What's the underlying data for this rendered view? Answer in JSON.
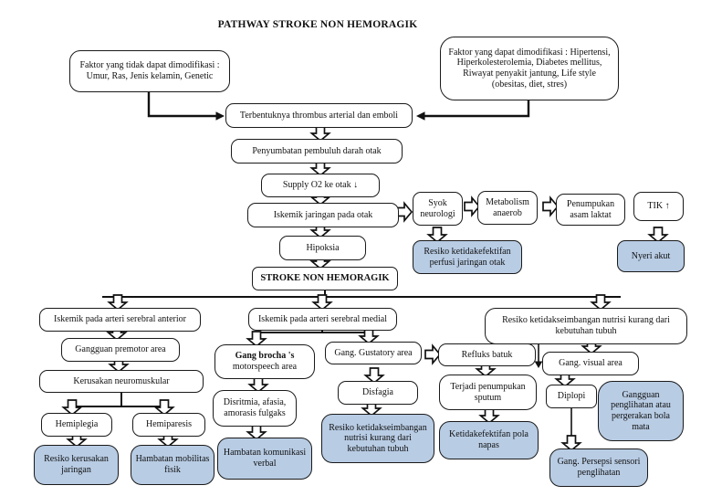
{
  "title": "PATHWAY STROKE NON HEMORAGIK",
  "colors": {
    "background": "#ffffff",
    "box_border": "#1a1a1a",
    "risk_box_fill": "#b8cce4",
    "normal_box_fill": "#ffffff",
    "connector": "#111111"
  },
  "nodes": {
    "factor_left": {
      "label": "Faktor yang tidak dapat dimodifikasi : Umur, Ras, Jenis kelamin, Genetic"
    },
    "factor_right": {
      "label": "Faktor yang dapat dimodifikasi : Hipertensi, Hiperkolesterolemia, Diabetes mellitus, Riwayat penyakit jantung, Life style (obesitas, diet, stres)"
    },
    "thrombus": {
      "label": "Terbentuknya thrombus arterial dan emboli"
    },
    "penyumbatan": {
      "label": "Penyumbatan pembuluh darah otak"
    },
    "supply": {
      "label": "Supply O2 ke otak ↓"
    },
    "iskemik_otak": {
      "label": "Iskemik jaringan pada otak"
    },
    "syok": {
      "label": "Syok neurologi"
    },
    "metabolism": {
      "label": "Metabolism anaerob"
    },
    "laktat": {
      "label": "Penumpukan asam laktat"
    },
    "tik": {
      "label": "TIK ↑"
    },
    "perfusi": {
      "label": "Resiko ketidakefektifan perfusi jaringan otak"
    },
    "nyeri": {
      "label": "Nyeri akut"
    },
    "hipoksia": {
      "label": "Hipoksia"
    },
    "stroke": {
      "label": "STROKE NON HEMORAGIK"
    },
    "anterior": {
      "label": "Iskemik pada arteri serebral anterior"
    },
    "premotor": {
      "label": "Gangguan premotor area"
    },
    "neuromuskular": {
      "label": "Kerusakan neuromuskular"
    },
    "hemiplegia": {
      "label": "Hemiplegia"
    },
    "hemiparesis": {
      "label": "Hemiparesis"
    },
    "resiko_jaringan": {
      "label": "Resiko kerusakan jaringan"
    },
    "mobilitas": {
      "label": "Hambatan mobilitas fisik"
    },
    "medial": {
      "label": "Iskemik pada arteri serebral medial"
    },
    "brocha": {
      "line1": "Gang brocha 's",
      "line2": "motorspeech area"
    },
    "gustatory": {
      "label": "Gang. Gustatory area"
    },
    "disritmia": {
      "label": "Disritmia, afasia, amorasis fulgaks"
    },
    "komunikasi": {
      "label": "Hambatan komunikasi verbal"
    },
    "disfagia": {
      "label": "Disfagia"
    },
    "nutrisi_mid": {
      "label": "Resiko ketidakseimbangan nutrisi kurang dari kebutuhan tubuh"
    },
    "refluks": {
      "label": "Refluks batuk"
    },
    "sputum": {
      "label": "Terjadi penumpukan sputum"
    },
    "pola_napas": {
      "label": "Ketidakefektifan pola napas"
    },
    "nutrisi_right": {
      "label": "Resiko ketidakseimbangan nutrisi kurang dari kebutuhan tubuh"
    },
    "visual": {
      "label": "Gang. visual area"
    },
    "diplopi": {
      "label": "Diplopi"
    },
    "gangguan_penglihatan": {
      "label": "Gangguan penglihatan atau pergerakan bola mata"
    },
    "persepsi": {
      "label": "Gang. Persepsi sensori penglihatan"
    }
  }
}
